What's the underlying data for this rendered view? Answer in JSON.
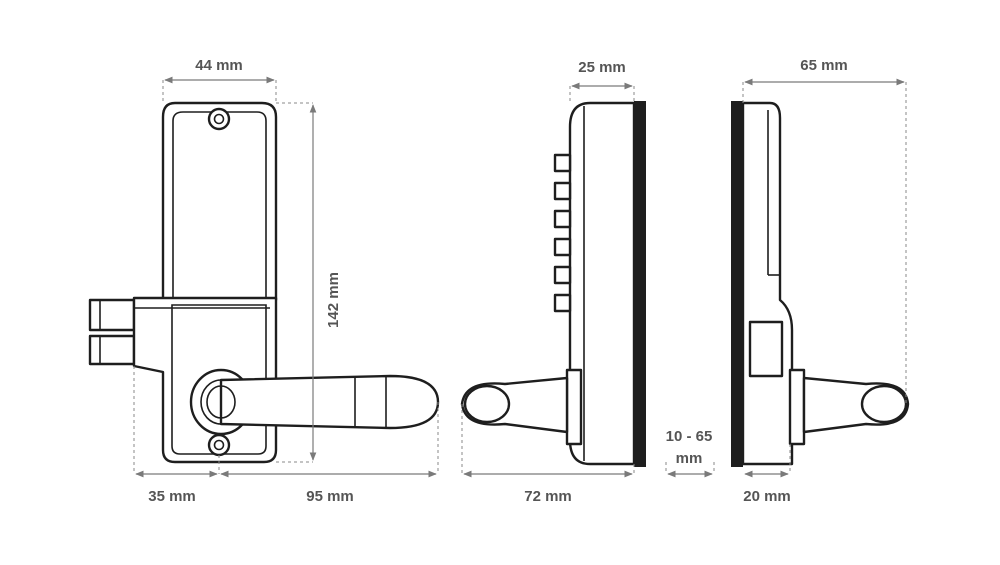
{
  "dimensions": {
    "front_width": "44 mm",
    "front_height": "142 mm",
    "front_depth": "35 mm",
    "handle_length": "95 mm",
    "side_plate": "25 mm",
    "side_overall": "72 mm",
    "door_thickness_1": "10 - 65",
    "door_thickness_2": "mm",
    "back_overall": "65 mm",
    "back_plate": "20 mm"
  },
  "colors": {
    "line": "#1e1e1e",
    "dimension": "#7a7a7a",
    "label": "#555555",
    "background": "#ffffff"
  }
}
